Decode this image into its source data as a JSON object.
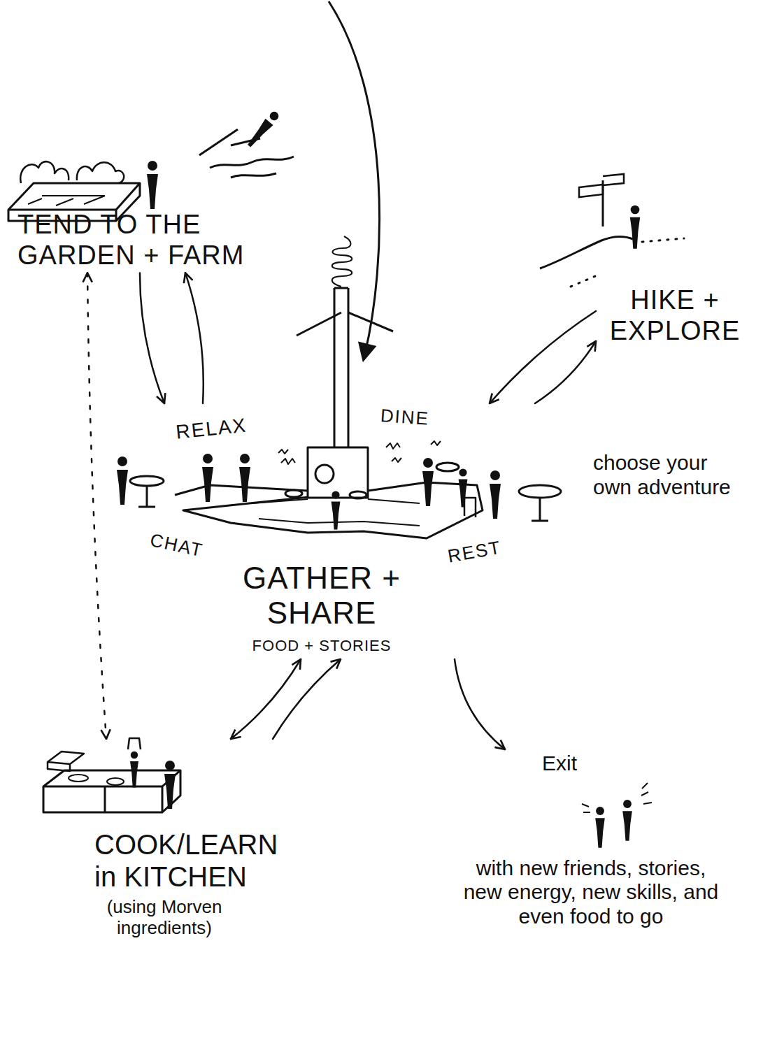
{
  "diagram": {
    "nodes": [
      {
        "text": [
          "TEND TO THE GARDEN + FARM"
        ]
      },
      {
        "text": [
          "HIKE + EXPLORE"
        ]
      },
      {
        "text": [
          "GATHER + SHARE",
          "FOOD + STORIES"
        ]
      },
      {
        "text": [
          "COOK/LEARN in KITCHEN",
          "(using Morven ingredients)"
        ]
      },
      {
        "text": [
          "Exit",
          "with new friends, stories, new energy, new skills, and even food to go"
        ]
      }
    ],
    "edges": [
      {
        "from": 0,
        "to": 2,
        "arrow": "to"
      },
      {
        "from": 2,
        "to": 0,
        "arrow": "to"
      },
      {
        "from": 1,
        "to": 2,
        "arrow": "to"
      },
      {
        "from": 2,
        "to": 1,
        "arrow": "to"
      },
      {
        "from": 3,
        "to": 2,
        "arrow": "both"
      },
      {
        "from": 3,
        "to": 2,
        "arrow": "to"
      },
      {
        "from": 0,
        "to": 3,
        "arrow": "both"
      },
      {
        "from": 2,
        "to": 4,
        "arrow": "to"
      }
    ],
    "labels": [
      "RELAX",
      "DINE",
      "CHAT",
      "REST",
      "choose your own adventure"
    ]
  }
}
